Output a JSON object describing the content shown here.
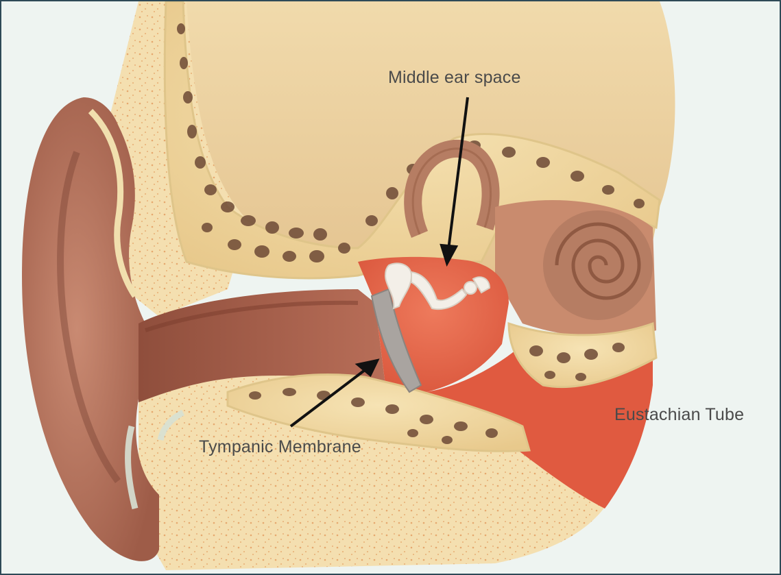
{
  "diagram": {
    "labels": {
      "middle_ear_space": "Middle ear space",
      "tympanic_membrane": "Tympanic Membrane",
      "eustachian_tube": "Eustachian Tube"
    },
    "colors": {
      "background": "#eef4f1",
      "bone": "#f2dca6",
      "bone_outline": "#dfc58a",
      "bone_cavity": "#6e4a36",
      "tissue": "#c98b6e",
      "skin": "#b7745e",
      "middle_ear": "#e76a4e",
      "eustachian_tube": "#e05a40",
      "cochlea": "#b67d63",
      "eardrum": "#a9a4a0",
      "ossicles": "#f3efe8",
      "label_text": "#4a4a4a",
      "arrow": "#111111"
    }
  }
}
